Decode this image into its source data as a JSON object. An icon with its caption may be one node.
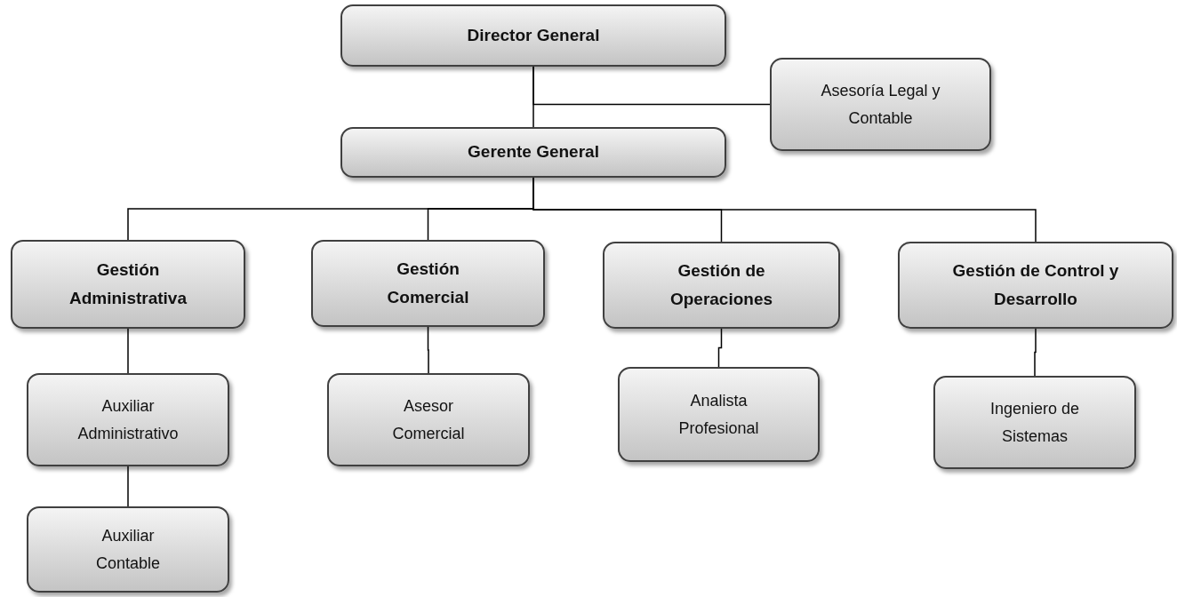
{
  "diagram": {
    "nodes": [
      {
        "text": [
          "Director General"
        ]
      },
      {
        "text": [
          "Asesoría Legal y Contable"
        ]
      },
      {
        "text": [
          "Gerente General"
        ]
      },
      {
        "text": [
          "Gestión Administrativa"
        ]
      },
      {
        "text": [
          "Gestión Comercial"
        ]
      },
      {
        "text": [
          "Gestión de Operaciones"
        ]
      },
      {
        "text": [
          "Gestión de Control y Desarrollo"
        ]
      },
      {
        "text": [
          "Auxiliar Administrativo"
        ]
      },
      {
        "text": [
          "Asesor Comercial"
        ]
      },
      {
        "text": [
          "Analista Profesional"
        ]
      },
      {
        "text": [
          "Ingeniero de Sistemas"
        ]
      },
      {
        "text": [
          "Auxiliar Contable"
        ]
      }
    ],
    "edges": [
      {
        "from": 0,
        "to": 2,
        "arrow": "none"
      },
      {
        "from": 0,
        "to": 1,
        "arrow": "none"
      },
      {
        "from": 2,
        "to": 3,
        "arrow": "none"
      },
      {
        "from": 2,
        "to": 4,
        "arrow": "none"
      },
      {
        "from": 2,
        "to": 5,
        "arrow": "none"
      },
      {
        "from": 2,
        "to": 6,
        "arrow": "none"
      },
      {
        "from": 3,
        "to": 7,
        "arrow": "none"
      },
      {
        "from": 4,
        "to": 8,
        "arrow": "none"
      },
      {
        "from": 5,
        "to": 9,
        "arrow": "none"
      },
      {
        "from": 6,
        "to": 10,
        "arrow": "none"
      },
      {
        "from": 7,
        "to": 11,
        "arrow": "none"
      }
    ]
  }
}
